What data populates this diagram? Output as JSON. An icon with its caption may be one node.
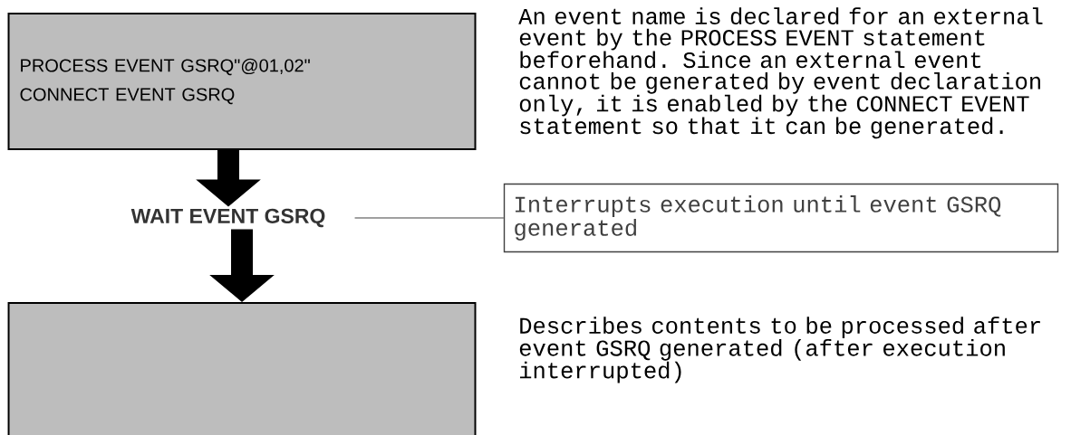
{
  "diagram": {
    "nodes": [
      {
        "text": [
          "PROCESS EVENT GSRQ\"@01,02\"",
          "CONNECT EVENT GSRQ"
        ]
      },
      {
        "text": [
          "WAIT EVENT GSRQ"
        ]
      },
      {
        "text": [],
        "shape": "box"
      },
      {
        "text": [
          "Interrupts execution until event GSRQ generated"
        ]
      }
    ],
    "edges": [
      {
        "from": 0,
        "to": 1,
        "arrow": "to"
      },
      {
        "from": 1,
        "to": 2,
        "arrow": "to"
      },
      {
        "from": 1,
        "to": 3,
        "arrow": "none"
      }
    ],
    "labels": [
      "An event name is declared for an external event by the PROCESS EVENT statement beforehand. Since an external event cannot be generated by event declaration only, it is enabled by the CONNECT EVENT statement so that it can be generated.",
      "Describes contents to be processed after event GSRQ generated (after execution interrupted)"
    ]
  }
}
